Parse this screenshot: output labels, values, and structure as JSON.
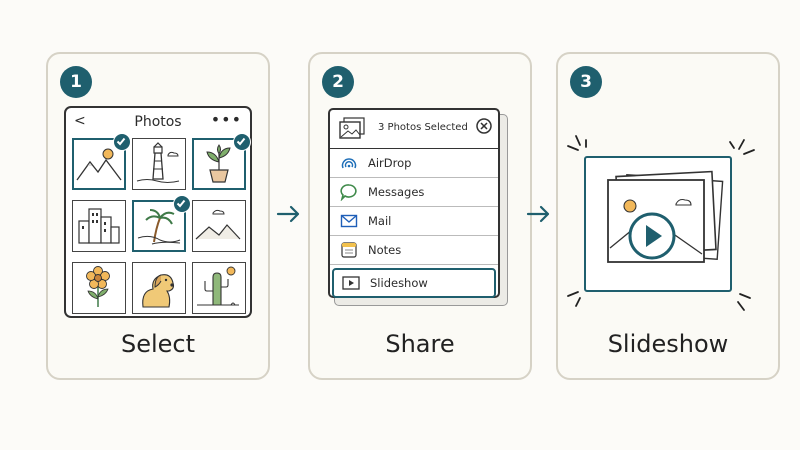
{
  "steps": [
    {
      "number": "1",
      "caption": "Select"
    },
    {
      "number": "2",
      "caption": "Share"
    },
    {
      "number": "3",
      "caption": "Slideshow"
    }
  ],
  "photos": {
    "title": "Photos",
    "back": "<",
    "more": "•••",
    "tiles": [
      {
        "icon": "mountains-sun-icon",
        "selected": true
      },
      {
        "icon": "lighthouse-icon",
        "selected": false
      },
      {
        "icon": "potted-plant-icon",
        "selected": true
      },
      {
        "icon": "city-buildings-icon",
        "selected": false
      },
      {
        "icon": "palm-tree-beach-icon",
        "selected": true
      },
      {
        "icon": "hills-icon",
        "selected": false
      },
      {
        "icon": "flower-icon",
        "selected": false
      },
      {
        "icon": "dog-icon",
        "selected": false
      },
      {
        "icon": "cactus-desert-icon",
        "selected": false
      }
    ]
  },
  "share": {
    "title": "3 Photos Selected",
    "items": [
      {
        "label": "AirDrop",
        "icon": "airdrop-icon"
      },
      {
        "label": "Messages",
        "icon": "messages-icon"
      },
      {
        "label": "Mail",
        "icon": "mail-icon"
      },
      {
        "label": "Notes",
        "icon": "notes-icon"
      },
      {
        "label": "Slideshow",
        "icon": "play-icon",
        "highlighted": true
      }
    ]
  },
  "colors": {
    "accent": "#1f5f6e",
    "panel_border": "#d6d2c6",
    "sun": "#f2b85a"
  }
}
